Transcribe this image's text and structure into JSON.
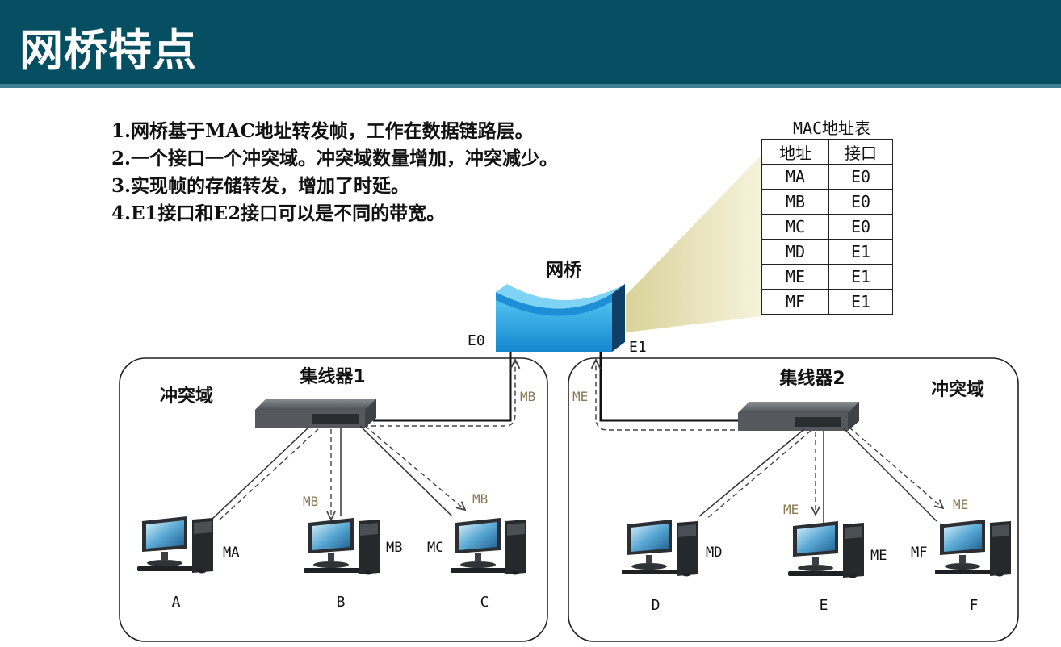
{
  "title": "网桥特点",
  "points": [
    "1.网桥基于MAC地址转发帧，工作在数据链路层。",
    "2.一个接口一个冲突域。冲突域数量增加，冲突减少。",
    "3.实现帧的存储转发，增加了时延。",
    "4.E1接口和E2接口可以是不同的带宽。"
  ],
  "mac_table": {
    "caption": "MAC地址表",
    "headers": [
      "地址",
      "接口"
    ],
    "rows": [
      [
        "MA",
        "E0"
      ],
      [
        "MB",
        "E0"
      ],
      [
        "MC",
        "E0"
      ],
      [
        "MD",
        "E1"
      ],
      [
        "ME",
        "E1"
      ],
      [
        "MF",
        "E1"
      ]
    ]
  },
  "bridge": {
    "label": "网桥",
    "port_left": "E0",
    "port_right": "E1"
  },
  "domains": [
    {
      "label": "冲突域",
      "hub_label": "集线器1",
      "hosts": [
        {
          "name": "A",
          "mac": "MA"
        },
        {
          "name": "B",
          "mac": "MB"
        },
        {
          "name": "C",
          "mac": "MC"
        }
      ],
      "flow_labels": [
        "MB",
        "MB",
        "MB"
      ]
    },
    {
      "label": "冲突域",
      "hub_label": "集线器2",
      "hosts": [
        {
          "name": "D",
          "mac": "MD"
        },
        {
          "name": "E",
          "mac": "ME"
        },
        {
          "name": "F",
          "mac": "MF"
        }
      ],
      "flow_labels": [
        "ME",
        "ME",
        "ME"
      ]
    }
  ],
  "colors": {
    "header_bg": "#064f63",
    "bridge_blue": "#1e9ad8",
    "flow_label": "#8a7a52",
    "beam": "#e7e2b4"
  }
}
